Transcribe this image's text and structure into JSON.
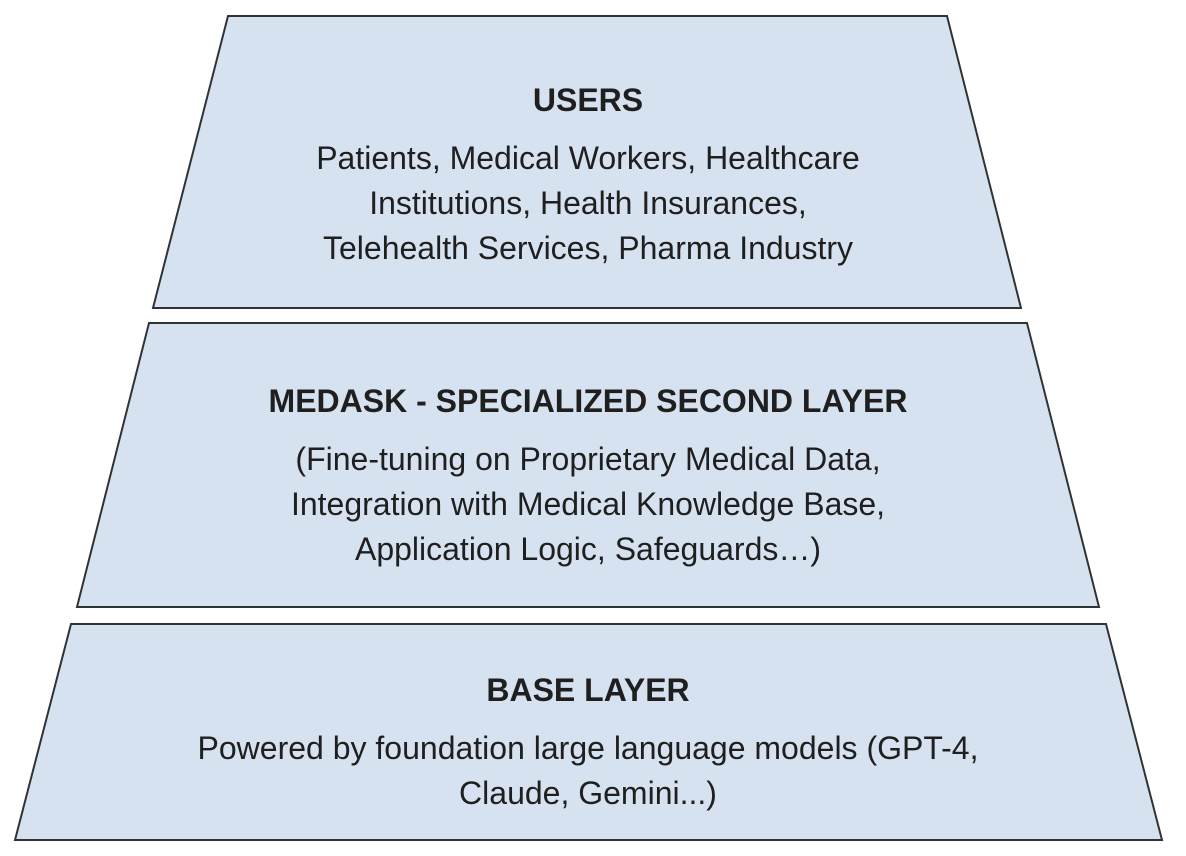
{
  "diagram": {
    "type": "layered-pyramid",
    "background_color": "#ffffff",
    "shape_fill_color": "#d7e2f0",
    "shape_stroke_color": "#303336",
    "text_color": "#1f1f1f",
    "layers": [
      {
        "id": "users",
        "title": "USERS",
        "description": "Patients, Medical Workers, Healthcare\nInstitutions, Health Insurances,\nTelehealth Services, Pharma Industry"
      },
      {
        "id": "medask",
        "title": "MEDASK - SPECIALIZED SECOND LAYER",
        "description": "(Fine-tuning on Proprietary Medical Data,\nIntegration with Medical Knowledge Base,\nApplication Logic, Safeguards…)"
      },
      {
        "id": "base",
        "title": "BASE LAYER",
        "description": "Powered by foundation large language models (GPT-4,\nClaude, Gemini...)"
      }
    ]
  }
}
